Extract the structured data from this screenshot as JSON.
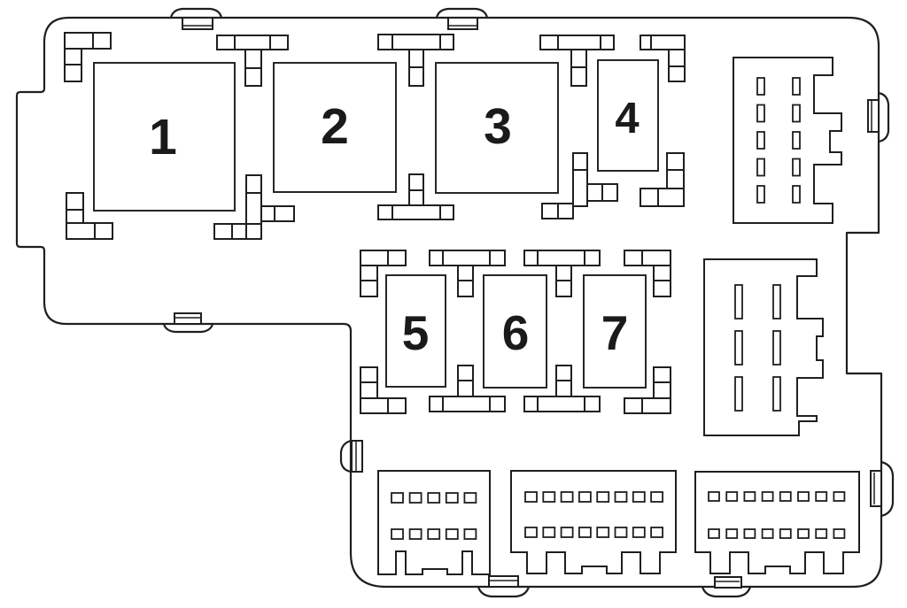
{
  "diagram": {
    "type": "fuse-box-diagram",
    "background_color": "#ffffff",
    "line_color": "#1f1f1f",
    "label_color": "#1a1a1a",
    "relays": [
      {
        "label": "1"
      },
      {
        "label": "2"
      },
      {
        "label": "3"
      },
      {
        "label": "4"
      },
      {
        "label": "5"
      },
      {
        "label": "6"
      },
      {
        "label": "7"
      }
    ],
    "connectors": [
      {
        "name": "top-right-connector",
        "pin_rows": 5,
        "pin_columns": 2
      },
      {
        "name": "middle-right-connector",
        "pin_rows": 3,
        "pin_columns": 2
      },
      {
        "name": "bottom-left-connector",
        "pin_rows": 2,
        "pin_columns": 5
      },
      {
        "name": "bottom-middle-connector",
        "pin_rows": 2,
        "pin_columns": 8
      },
      {
        "name": "bottom-right-connector",
        "pin_rows": 2,
        "pin_columns": 8
      }
    ]
  }
}
